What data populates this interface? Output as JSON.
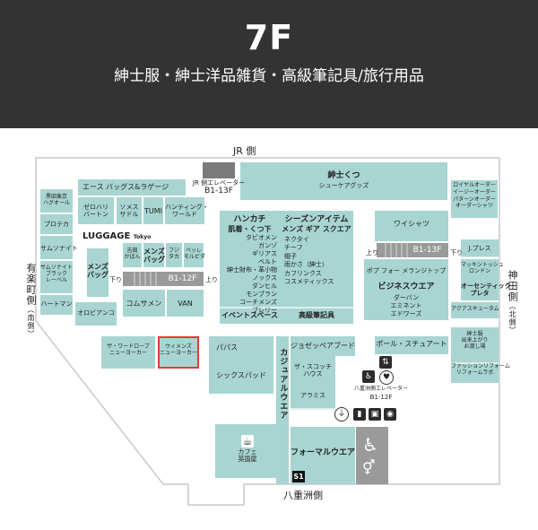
{
  "header": {
    "floor": "7F",
    "subtitle": "紳士服・紳士洋品雑貨・高級筆記具/旅行用品"
  },
  "directions": {
    "top": "JR 側",
    "bottom": "八重洲側",
    "left": "有楽町側",
    "left_sub": "（南側）",
    "right": "神田側",
    "right_sub": "（北側）"
  },
  "shops": {
    "kuroshi_hagoromo": "黒田東京\nハグオール",
    "ace_bags": "エース バッグス&ラゲージ",
    "zerohalli": "ゼロハリ\nバートン",
    "soames": "ソメス\nサドル",
    "tumi": "TUMI",
    "hunting_world": "ハンティング・\nワールド",
    "protecta": "プロテカ",
    "samsonite": "サムソナイト",
    "samsonite_black": "サムソナイト\nブラック\nレーベル",
    "hartmann": "ハートマン",
    "luggage_brand": "LUGGAGE",
    "luggage_sub": "Tokyo",
    "yoshida": "吉田\nかばん",
    "mens_bag": "メンズ\nバッグ",
    "mens_bag_left": "メンズ\nバッグ",
    "fuji_taka": "フジ\nタカ",
    "felisi": "ペッレ\nモルビダ",
    "cole_haan": "コムサメン",
    "van": "VAN",
    "orobianco": "オロビアンコ",
    "wardrobe": "ザ・ワードローブ\nニューヨーカー",
    "womens_ny": "ウィメンズ\nニューヨーカー",
    "papas": "パパス",
    "six_pad": "シックスパッド",
    "casual_wear": "カジュアルウエア",
    "giuseppe": "ジョゼッペアブード",
    "scotch_house": "ザ・スコッチ\nハウス",
    "aramis": "アラミス",
    "paul_stuart": "ポール・スチュアート",
    "formal_wear": "フォーマルウエア",
    "cafe": "カフェ\n英国屋",
    "shirts": "ワイシャツ",
    "pop_four": "ポプ フォー メランジトップ",
    "business_wear": "ビジネスウエア",
    "durban": "ダーバン",
    "aminity": "エミネント",
    "edwards": "エドワーズ",
    "gentleman_shoes": "紳士くつ",
    "shoe_goods": "シューケアグッズ",
    "royal_order": "ロイヤルオーダー\nイージーオーダー\nパターンオーダー\nオーダーシャツ",
    "j_press": "J.プレス",
    "mackintosh": "マッキントッシュ\nロンドン",
    "order_select": "オーセンティック\nプレタ",
    "aquascutum": "アクアスキュータム",
    "gentleman_repair": "紳士服\n出来上がり\nお渡し場",
    "fashion_reform": "ファッションリフォーム\nリフォームラボ",
    "hanka_title": "ハンカチ",
    "hanka_sub": "肌着・くつ下",
    "hanka_list": "タビオメン\nガンゾ\nギリアス\nベルト\n紳士財布・革小物\nノックス\nダンヒル\nモンブラン\nコーチメンズ\nブレリー",
    "season_title": "シーズンアイテム",
    "season_sub": "メンズ ギア スクエア",
    "season_list": "ネクタイ\nチーフ\n帽子\n雨かさ（紳士）\nカフリンクス\nコスメティックス",
    "event_space": "イベントスペース",
    "fountain_pen": "高級筆記具"
  },
  "facilities": {
    "elev_jr": "JR 側エレベーター",
    "elev_jr_floors": "B1-13F",
    "esc_left": "B1-12F",
    "esc_right": "B1-13F",
    "elev_yaesu": "八重洲側エレベーター",
    "elev_yaesu_floors": "B1-12F",
    "stairs": "S1",
    "up": "上り",
    "down": "下り"
  },
  "colors": {
    "header_bg": "#333333",
    "shop": "#a8d5d1",
    "corridor": "#ffffff",
    "outline": "#c9c9c9",
    "service": "#9a9a9a",
    "highlight": "#e53935"
  }
}
